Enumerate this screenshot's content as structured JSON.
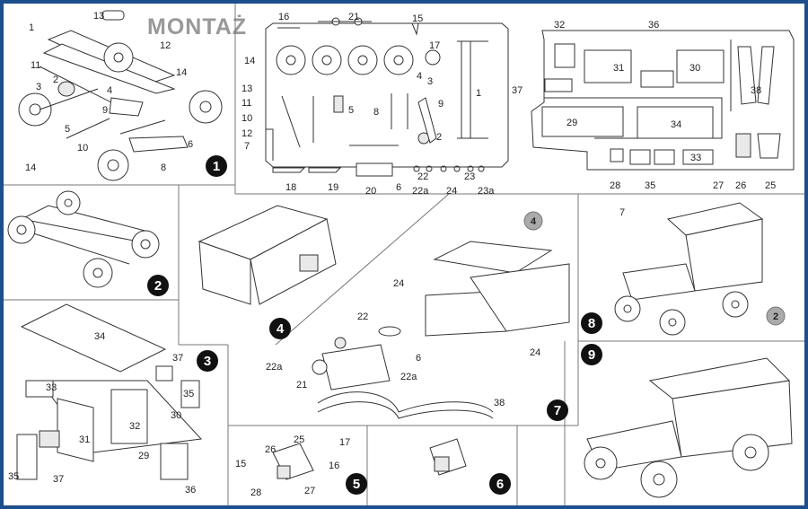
{
  "title": "MONTAŻ",
  "steps": [
    "1",
    "2",
    "3",
    "4",
    "5",
    "6",
    "7",
    "8",
    "9"
  ],
  "badges": {
    "gray4": "4",
    "gray2": "2"
  },
  "panel1": {
    "labels": [
      "13",
      "1",
      "12",
      "11",
      "14",
      "2",
      "4",
      "3",
      "9",
      "5",
      "10",
      "6",
      "14",
      "8"
    ]
  },
  "sprue_a": {
    "labels": [
      "16",
      "21",
      "15",
      "17",
      "14",
      "4",
      "3",
      "13",
      "11",
      "5",
      "8",
      "9",
      "1",
      "10",
      "12",
      "7",
      "2",
      "18",
      "19",
      "20",
      "6",
      "22",
      "23",
      "22a",
      "24",
      "23a"
    ]
  },
  "sprue_b": {
    "labels": [
      "32",
      "36",
      "31",
      "30",
      "37",
      "38",
      "29",
      "34",
      "33",
      "28",
      "35",
      "27",
      "26",
      "25"
    ]
  },
  "panel3": {
    "labels": [
      "34",
      "37",
      "33",
      "35",
      "30",
      "32",
      "31",
      "29",
      "35",
      "37",
      "36"
    ]
  },
  "panel5": {
    "labels": [
      "25",
      "17",
      "26",
      "16",
      "15",
      "28",
      "27"
    ]
  },
  "panel7": {
    "labels": [
      "24",
      "22",
      "22a",
      "21",
      "6",
      "22a",
      "38",
      "24"
    ]
  },
  "panel8": {
    "labels": [
      "7"
    ]
  }
}
